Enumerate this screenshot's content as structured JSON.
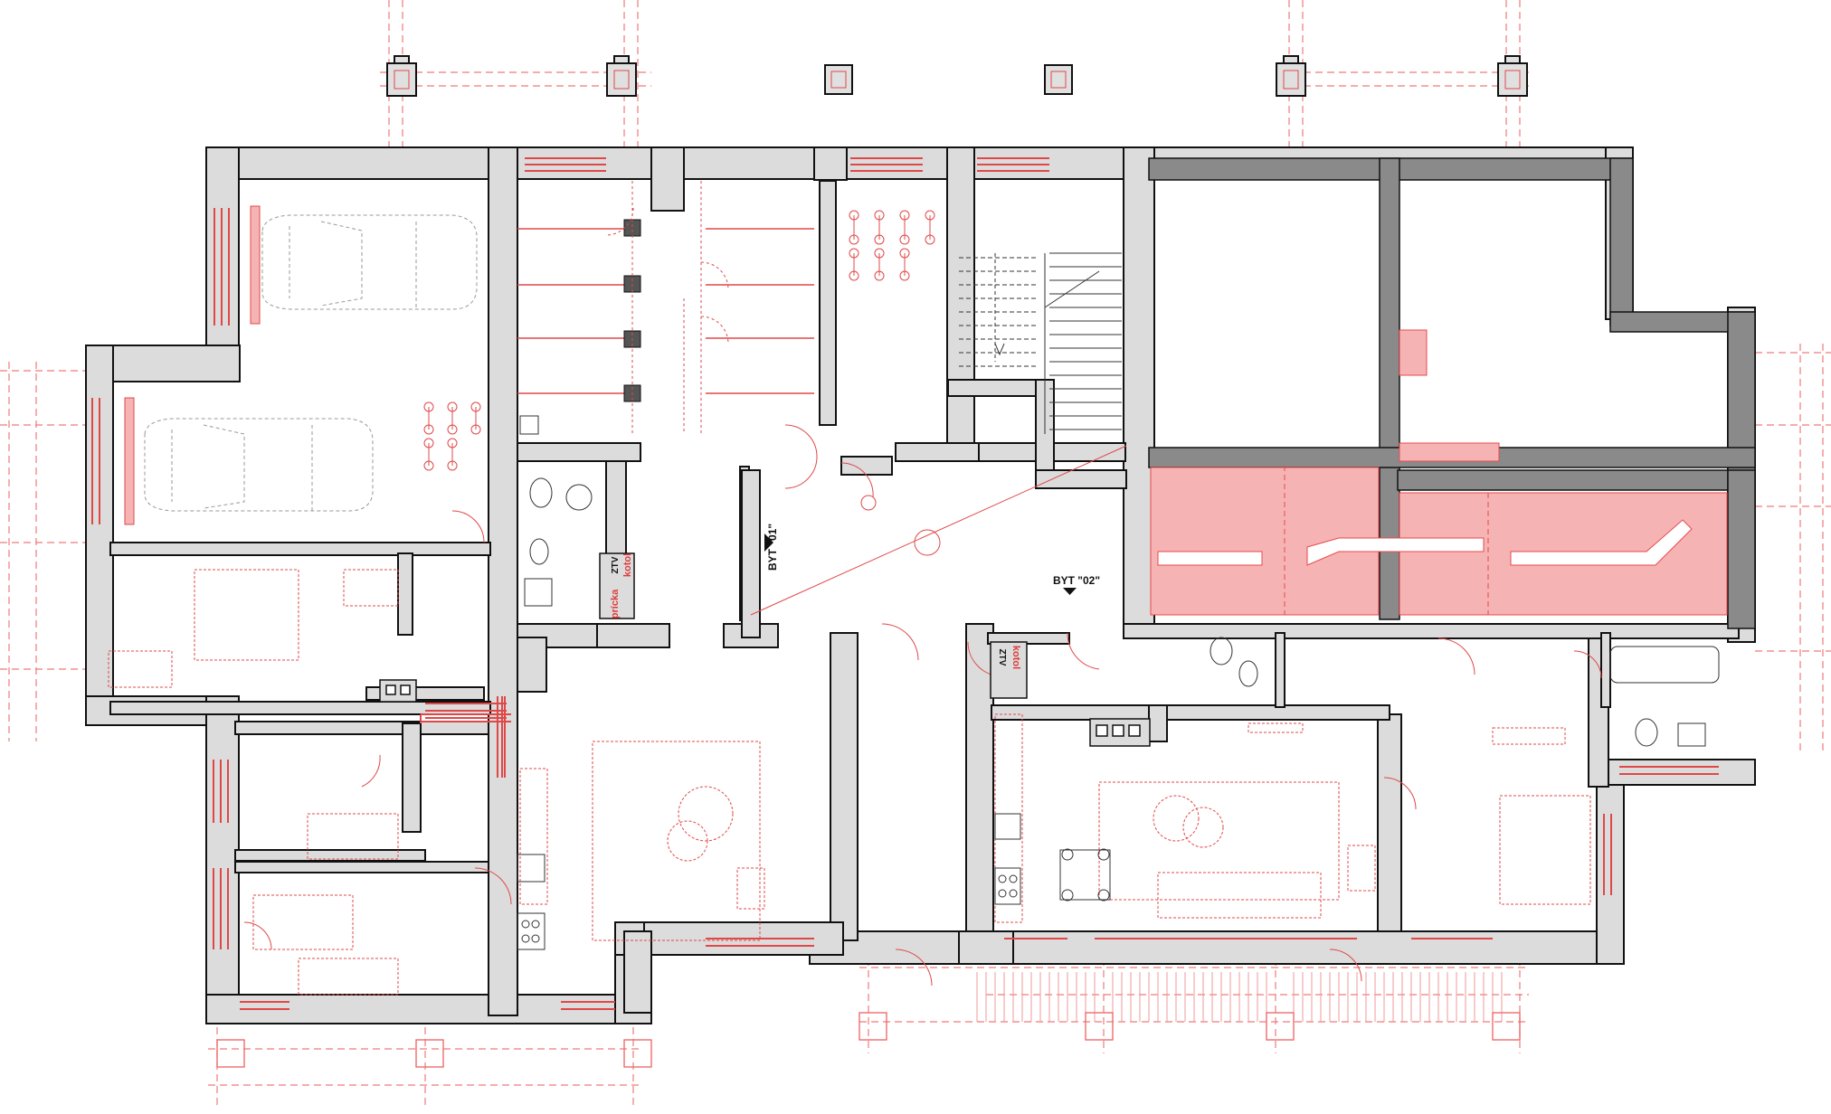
{
  "drawing": {
    "labels": {
      "byt_01": "BYT \"01\"",
      "byt_02": "BYT \"02\"",
      "ztv_1": "ZTV",
      "kotol_1": "kotol",
      "pricka": "prícka",
      "ztv_2": "ZTV",
      "kotol_2": "kotol"
    },
    "colors": {
      "wall": "#dcdcdc",
      "wall_dark": "#8a8a8a",
      "outline": "#111111",
      "new": "#e8494b",
      "new_fill": "#f6b3b3"
    }
  }
}
